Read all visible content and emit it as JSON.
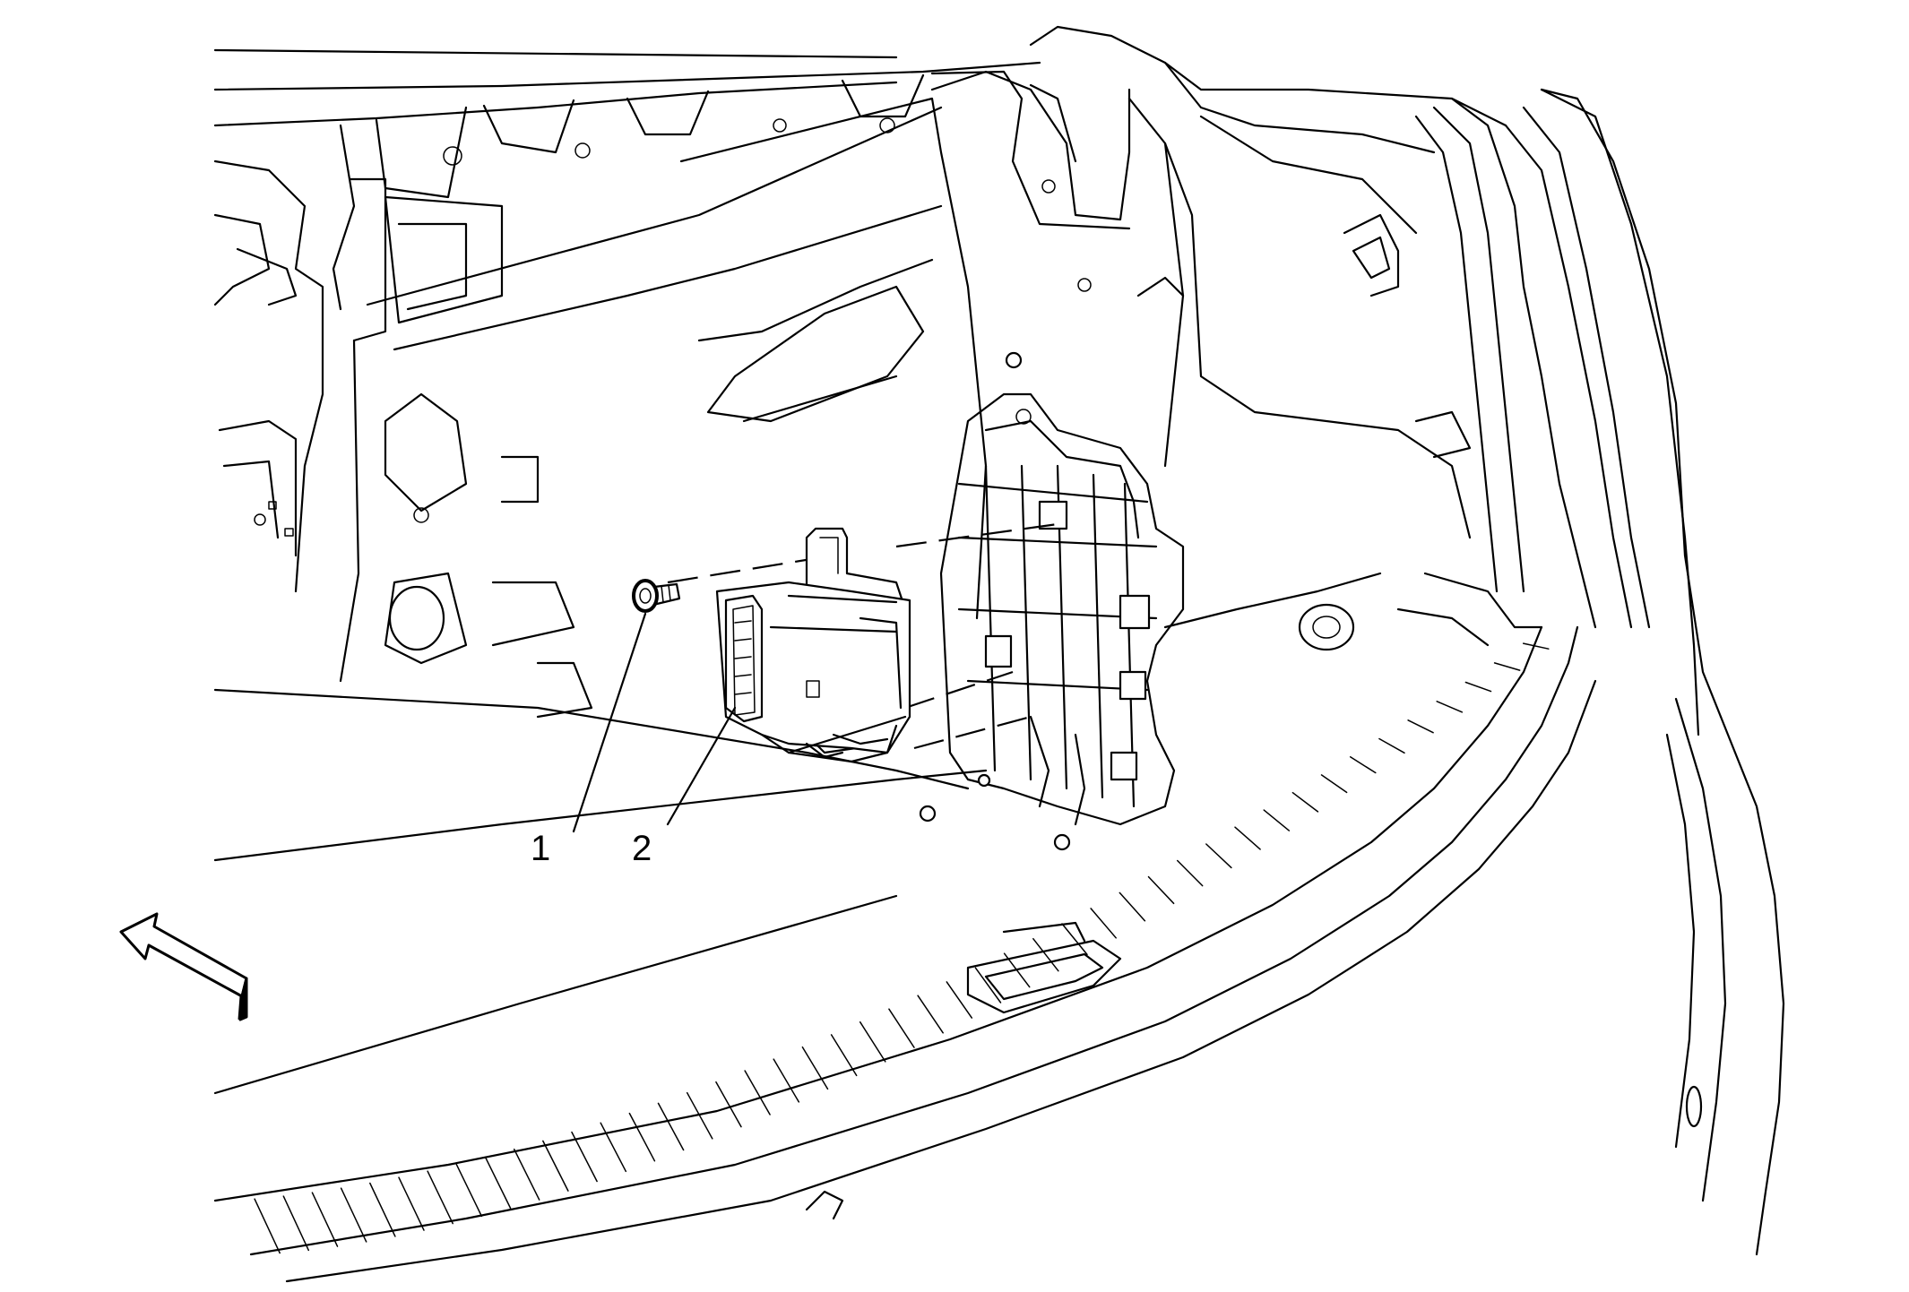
{
  "diagram": {
    "callouts": [
      {
        "id": "1",
        "label": "1"
      },
      {
        "id": "2",
        "label": "2"
      }
    ],
    "direction_arrow": {
      "icon": "front-direction-arrow-icon"
    },
    "colors": {
      "line": "#000000",
      "background": "#ffffff"
    }
  }
}
